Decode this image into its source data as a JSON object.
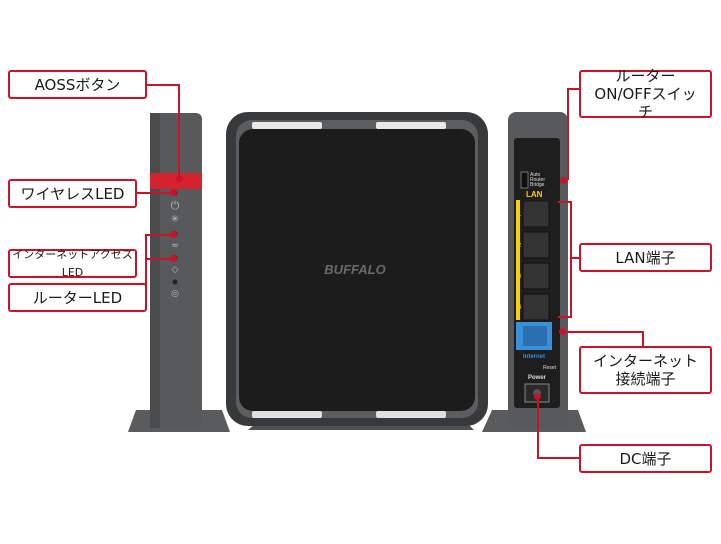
{
  "labels": {
    "aoss": "AOSSボタン",
    "wireless_led": "ワイヤレスLED",
    "internet_led": "インターネットアクセスLED",
    "router_led": "ルーターLED",
    "router_switch": "ルーター\nON/OFFスイッチ",
    "lan_port": "LAN端子",
    "internet_port": "インターネット\n接続端子",
    "dc_port": "DC端子"
  },
  "device": {
    "brand": "BUFFALO",
    "switch_modes": [
      "Auto",
      "Router",
      "Bridge"
    ],
    "lan_header": "LAN",
    "lan_numbers": [
      "1",
      "2",
      "3",
      "4"
    ],
    "internet_label": "Internet",
    "reset_label": "Reset",
    "power_label": "Power"
  },
  "colors": {
    "callout": "#c8142b",
    "lan_accent": "#f5d200",
    "internet_accent": "#3a8fd8"
  }
}
